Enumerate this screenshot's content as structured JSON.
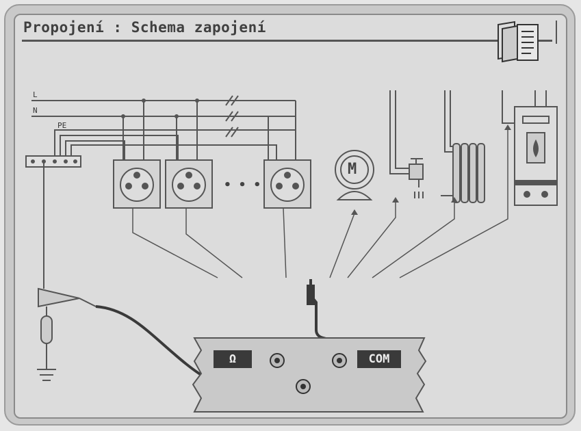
{
  "title": "Propojení : Schema zapojení",
  "help_icon": "manual-book-icon",
  "wire_labels": {
    "l": "L",
    "n": "N",
    "pe": "PE"
  },
  "ellipsis": "• • •",
  "motor_label": "M",
  "terminals": {
    "ohm": "Ω",
    "com": "COM"
  }
}
